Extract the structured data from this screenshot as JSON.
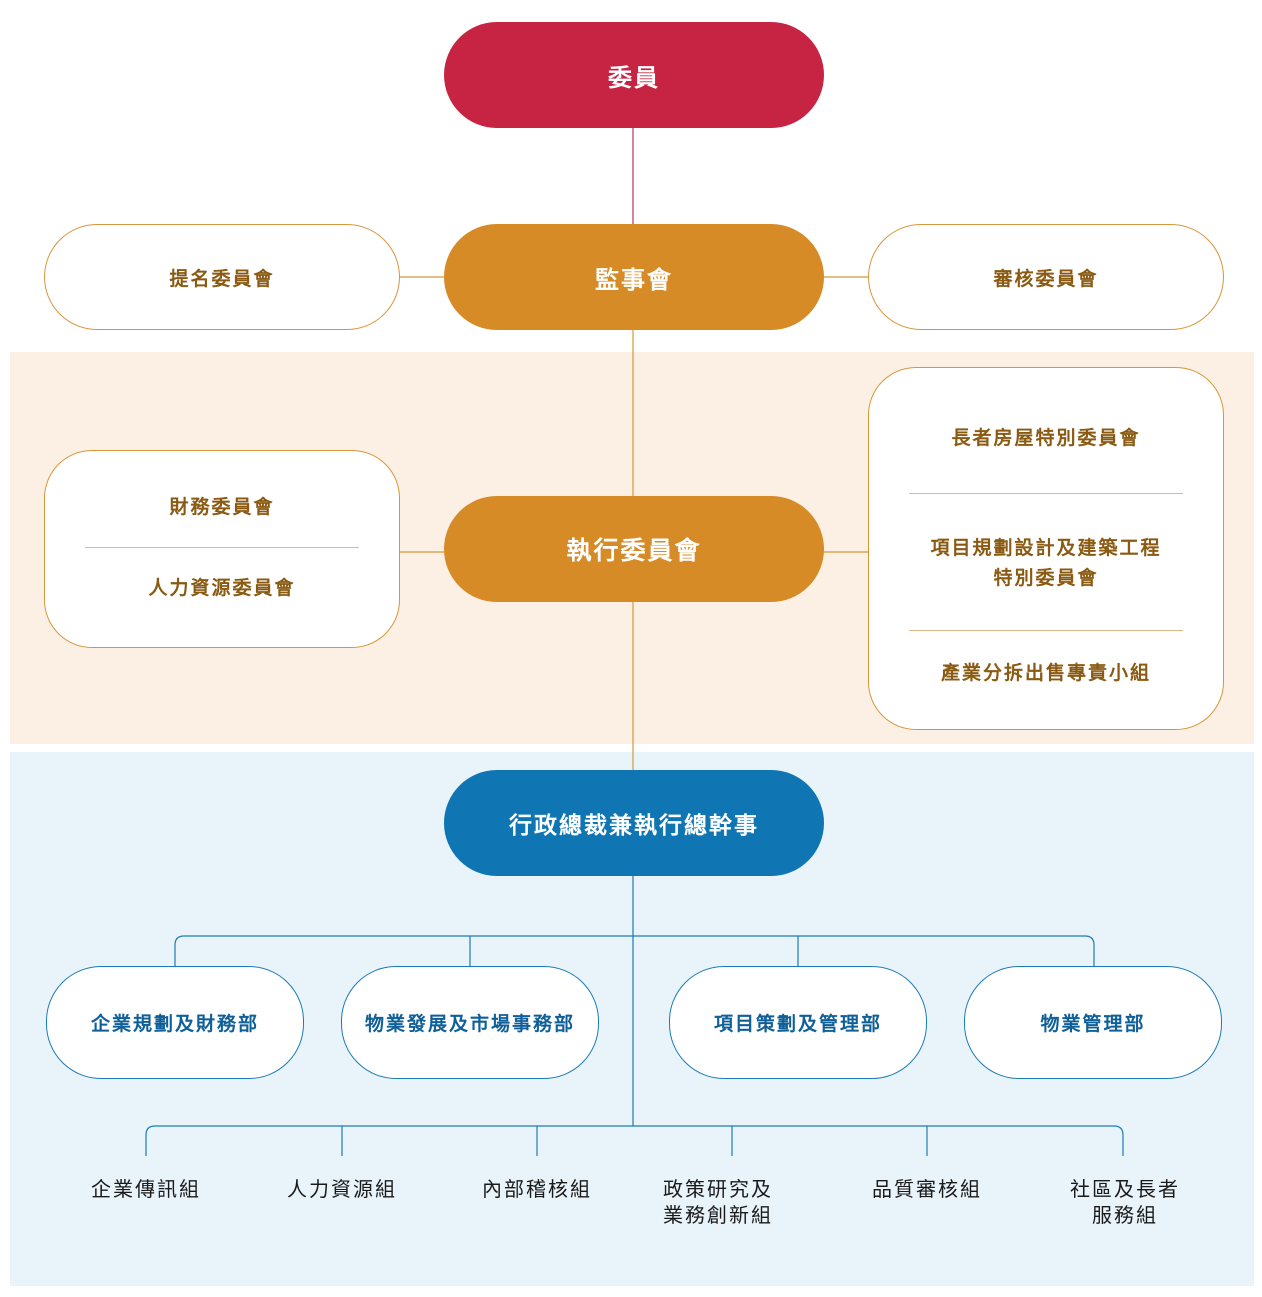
{
  "top": {
    "label": "委員"
  },
  "supervisory": {
    "center": "監事會",
    "left": "提名委員會",
    "right": "審核委員會"
  },
  "executive": {
    "center": "執行委員會",
    "left_items": [
      "財務委員會",
      "人力資源委員會"
    ],
    "right_items": [
      "長者房屋特別委員會",
      "項目規劃設計及建築工程\n特別委員會",
      "產業分拆出售專責小組"
    ]
  },
  "admin": {
    "head": "行政總裁兼執行總幹事",
    "departments": [
      "企業規劃及財務部",
      "物業發展及市場事務部",
      "項目策劃及管理部",
      "物業管理部"
    ],
    "units": [
      "企業傳訊組",
      "人力資源組",
      "內部稽核組",
      "政策研究及\n業務創新組",
      "品質審核組",
      "社區及長者\n服務組"
    ]
  },
  "colors": {
    "red": "#c72443",
    "orange": "#d68b27",
    "blue": "#0f75b3",
    "exec_band": "#fbf0e3",
    "admin_band": "#e8f4fa"
  }
}
